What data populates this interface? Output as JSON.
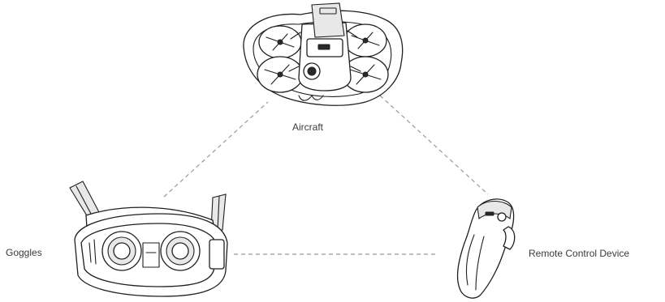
{
  "labels": {
    "aircraft": "Aircraft",
    "goggles": "Goggles",
    "remote": "Remote Control Device"
  },
  "colors": {
    "line": "#1f1f1f",
    "dashed_link": "#9a9a9a",
    "text": "#3a3a3a",
    "background": "#ffffff"
  }
}
